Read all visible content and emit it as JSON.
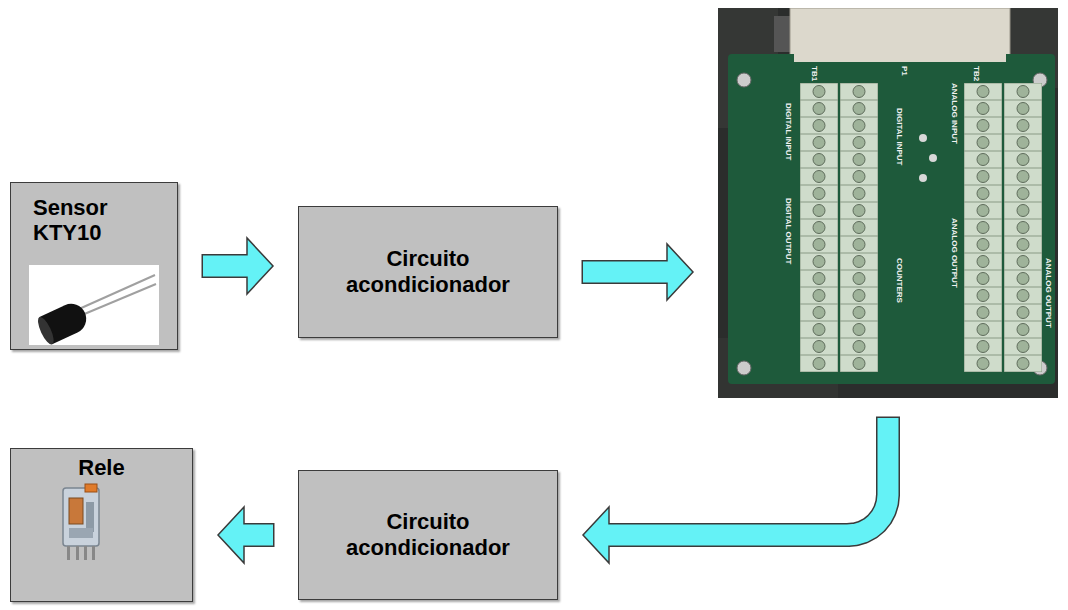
{
  "diagram": {
    "nodes": [
      {
        "text": [
          "Sensor KTY10"
        ]
      },
      {
        "text": [
          "Circuito acondicionador"
        ]
      },
      {
        "text": [
          "P1",
          "TB1",
          "TB2",
          "DIGITAL INPUT",
          "DIGITAL OUTPUT",
          "DIGITAL INPUT",
          "COUNTERS",
          "ANALOG INPUT",
          "ANALOG OUTPUT",
          "ANALOG OUTPUT"
        ]
      },
      {
        "text": [
          "Rele"
        ]
      },
      {
        "text": [
          "Circuito acondicionador"
        ]
      }
    ],
    "edges": [
      {
        "from": 0,
        "to": 1,
        "arrow": "to"
      },
      {
        "from": 1,
        "to": 2,
        "arrow": "to"
      },
      {
        "from": 2,
        "to": 4,
        "arrow": "to"
      },
      {
        "from": 4,
        "to": 3,
        "arrow": "to"
      }
    ]
  }
}
